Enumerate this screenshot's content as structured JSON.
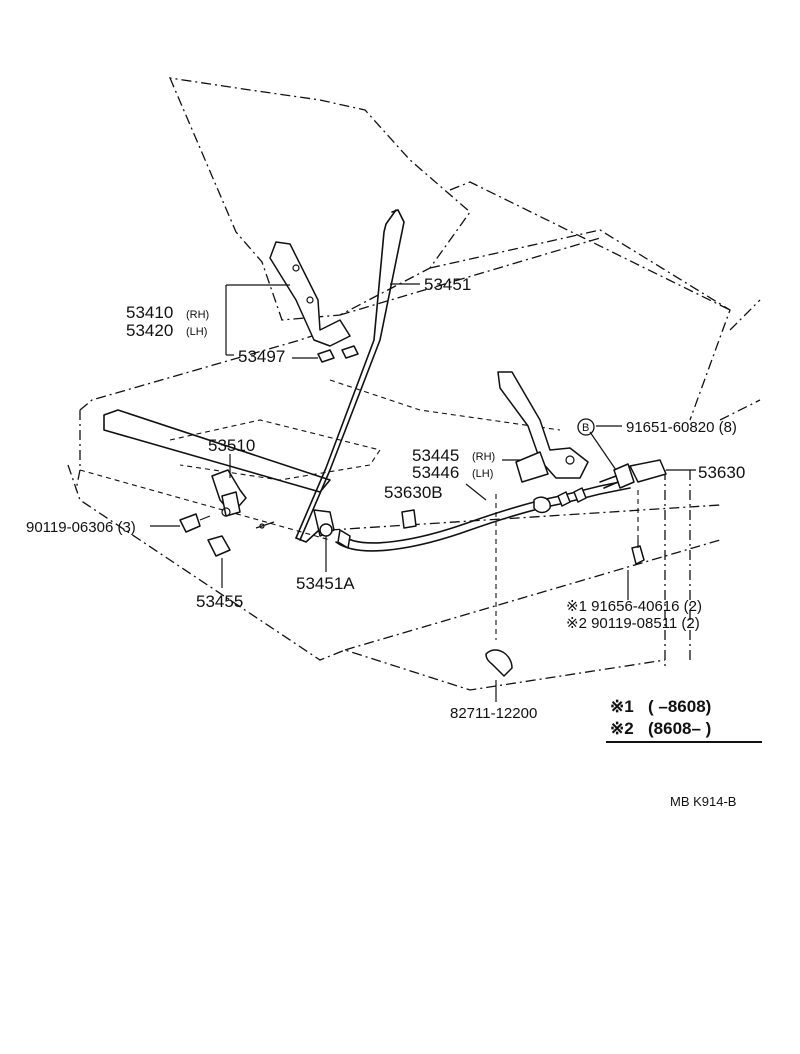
{
  "labels": {
    "p53451": "53451",
    "p53410": "53410",
    "p53410_side": "(RH)",
    "p53420": "53420",
    "p53420_side": "(LH)",
    "p53497": "53497",
    "p53510": "53510",
    "p53445": "53445",
    "p53445_side": "(RH)",
    "p53446": "53446",
    "p53446_side": "(LH)",
    "p53630": "53630",
    "p53630B": "53630B",
    "p90119_06306": "90119-06306 (3)",
    "p53451A": "53451A",
    "p53455": "53455",
    "p91651": "91651-60820 (8)",
    "bolt_mark": "B",
    "p91656": "※1 91656-40616 (2)",
    "p90119_08511": "※2 90119-08511 (2)",
    "p82711": "82711-12200"
  },
  "notes": {
    "n1_mark": "※1",
    "n1_range": "(        –8608)",
    "n2_mark": "※2",
    "n2_range": "(8608–          )"
  },
  "reference": "MB  K914-B"
}
